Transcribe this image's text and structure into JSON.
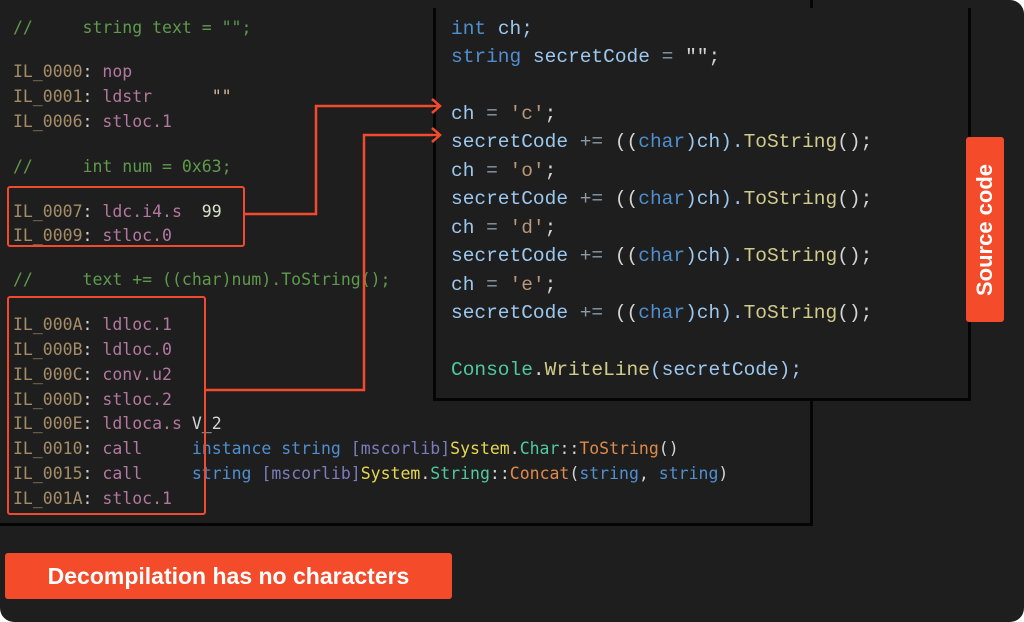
{
  "il_lines": [
    [
      [
        "//     ",
        "com"
      ],
      [
        "string text = \"\";",
        "com"
      ]
    ],
    [
      [
        "IL_0000",
        "lab"
      ],
      [
        ": ",
        "pl"
      ],
      [
        "nop",
        "op"
      ]
    ],
    [
      [
        "IL_0001",
        "lab"
      ],
      [
        ": ",
        "pl"
      ],
      [
        "ldstr",
        "op"
      ],
      [
        "      \"\"",
        "str"
      ]
    ],
    [
      [
        "IL_0006",
        "lab"
      ],
      [
        ": ",
        "pl"
      ],
      [
        "stloc.1",
        "op"
      ]
    ],
    [
      [
        "//     ",
        "com"
      ],
      [
        "int num = 0x63;",
        "com"
      ]
    ],
    [
      [
        "IL_0007",
        "lab"
      ],
      [
        ": ",
        "pl"
      ],
      [
        "ldc.i4.s",
        "op"
      ],
      [
        "  99",
        "num"
      ]
    ],
    [
      [
        "IL_0009",
        "lab"
      ],
      [
        ": ",
        "pl"
      ],
      [
        "stloc.0",
        "op"
      ]
    ],
    [
      [
        "//     ",
        "com"
      ],
      [
        "text += ((char)num).ToString();",
        "com"
      ]
    ],
    [
      [
        "IL_000A",
        "lab"
      ],
      [
        ": ",
        "pl"
      ],
      [
        "ldloc.1",
        "op"
      ]
    ],
    [
      [
        "IL_000B",
        "lab"
      ],
      [
        ": ",
        "pl"
      ],
      [
        "ldloc.0",
        "op"
      ]
    ],
    [
      [
        "IL_000C",
        "lab"
      ],
      [
        ": ",
        "pl"
      ],
      [
        "conv.u2",
        "op"
      ]
    ],
    [
      [
        "IL_000D",
        "lab"
      ],
      [
        ": ",
        "pl"
      ],
      [
        "stloc.2",
        "op"
      ]
    ],
    [
      [
        "IL_000E",
        "lab"
      ],
      [
        ": ",
        "pl"
      ],
      [
        "ldloca.s",
        "op"
      ],
      [
        " V_2",
        "pl"
      ]
    ],
    [
      [
        "IL_0010",
        "lab"
      ],
      [
        ": ",
        "pl"
      ],
      [
        "call",
        "op"
      ],
      [
        "     instance string ",
        "kw"
      ],
      [
        "[mscorlib]",
        "mod"
      ],
      [
        "System",
        "sys"
      ],
      [
        ".",
        "pl"
      ],
      [
        "Char",
        "type"
      ],
      [
        "::",
        "pl"
      ],
      [
        "ToString",
        "meth"
      ],
      [
        "()",
        "pl"
      ]
    ],
    [
      [
        "IL_0015",
        "lab"
      ],
      [
        ": ",
        "pl"
      ],
      [
        "call",
        "op"
      ],
      [
        "     string ",
        "kw"
      ],
      [
        "[mscorlib]",
        "mod"
      ],
      [
        "System",
        "sys"
      ],
      [
        ".",
        "pl"
      ],
      [
        "String",
        "type"
      ],
      [
        "::",
        "pl"
      ],
      [
        "Concat",
        "meth"
      ],
      [
        "(",
        "pl"
      ],
      [
        "string",
        "kw"
      ],
      [
        ", ",
        "pl"
      ],
      [
        "string",
        "kw"
      ],
      [
        ")",
        "pl"
      ]
    ],
    [
      [
        "IL_001A",
        "lab"
      ],
      [
        ": ",
        "pl"
      ],
      [
        "stloc.1",
        "op"
      ]
    ]
  ],
  "src_lines": [
    [
      [
        "int ",
        "kw"
      ],
      [
        "ch;",
        "id"
      ]
    ],
    [
      [
        "string ",
        "kw"
      ],
      [
        "secretCode ",
        "id"
      ],
      [
        "= ",
        "dim"
      ],
      [
        "\"\";",
        "pl"
      ]
    ],
    [],
    [
      [
        "ch ",
        "id"
      ],
      [
        "= ",
        "dim"
      ],
      [
        "'c'",
        "chr"
      ],
      [
        ";",
        "pl"
      ]
    ],
    [
      [
        "secretCode ",
        "id"
      ],
      [
        "+= ",
        "dim"
      ],
      [
        "((",
        "pl"
      ],
      [
        "char",
        "kw"
      ],
      [
        ")ch).",
        "id"
      ],
      [
        "ToString",
        "fn"
      ],
      [
        "();",
        "pl"
      ]
    ],
    [
      [
        "ch ",
        "id"
      ],
      [
        "= ",
        "dim"
      ],
      [
        "'o'",
        "chr"
      ],
      [
        ";",
        "pl"
      ]
    ],
    [
      [
        "secretCode ",
        "id"
      ],
      [
        "+= ",
        "dim"
      ],
      [
        "((",
        "pl"
      ],
      [
        "char",
        "kw"
      ],
      [
        ")ch).",
        "id"
      ],
      [
        "ToString",
        "fn"
      ],
      [
        "();",
        "pl"
      ]
    ],
    [
      [
        "ch ",
        "id"
      ],
      [
        "= ",
        "dim"
      ],
      [
        "'d'",
        "chr"
      ],
      [
        ";",
        "pl"
      ]
    ],
    [
      [
        "secretCode ",
        "id"
      ],
      [
        "+= ",
        "dim"
      ],
      [
        "((",
        "pl"
      ],
      [
        "char",
        "kw"
      ],
      [
        ")ch).",
        "id"
      ],
      [
        "ToString",
        "fn"
      ],
      [
        "();",
        "pl"
      ]
    ],
    [
      [
        "ch ",
        "id"
      ],
      [
        "= ",
        "dim"
      ],
      [
        "'e'",
        "chr"
      ],
      [
        ";",
        "pl"
      ]
    ],
    [
      [
        "secretCode ",
        "id"
      ],
      [
        "+= ",
        "dim"
      ],
      [
        "((",
        "pl"
      ],
      [
        "char",
        "kw"
      ],
      [
        ")ch).",
        "id"
      ],
      [
        "ToString",
        "fn"
      ],
      [
        "();",
        "pl"
      ]
    ],
    [],
    [
      [
        "Console",
        "cls"
      ],
      [
        ".",
        "pl"
      ],
      [
        "WriteLine",
        "fn"
      ],
      [
        "(secretCode);",
        "id"
      ]
    ]
  ],
  "labels": {
    "source_code": "Source code",
    "decompilation": "Decompilation has no characters"
  },
  "colors": {
    "accent": "#f44b2a",
    "background": "#1e1e1e"
  }
}
